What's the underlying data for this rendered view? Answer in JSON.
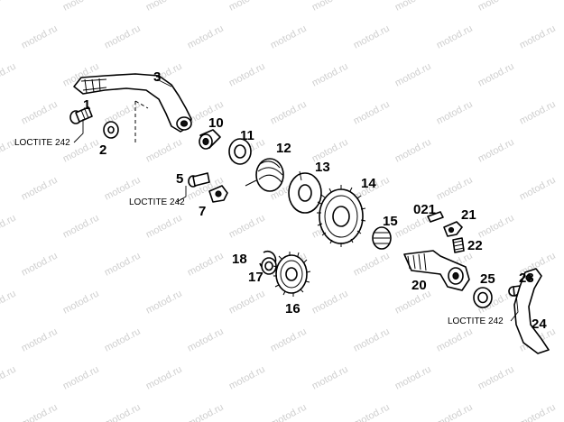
{
  "watermark": "motod.ru",
  "colors": {
    "line": "#000000",
    "background": "#ffffff",
    "watermark": "#cfcfcf"
  },
  "labels": {
    "p1": "1",
    "p2": "2",
    "p3": "3",
    "p5": "5",
    "p7": "7",
    "p10": "10",
    "p11": "11",
    "p12": "12",
    "p13": "13",
    "p14": "14",
    "p15": "15",
    "p16": "16",
    "p17": "17",
    "p18": "18",
    "p20": "20",
    "p021": "021",
    "p21": "21",
    "p22": "22",
    "p23": "23",
    "p24": "24",
    "p25": "25"
  },
  "loctite": {
    "label1": "LOCTITE 242",
    "label2": "LOCTITE 242",
    "label3": "LOCTITE 242"
  }
}
